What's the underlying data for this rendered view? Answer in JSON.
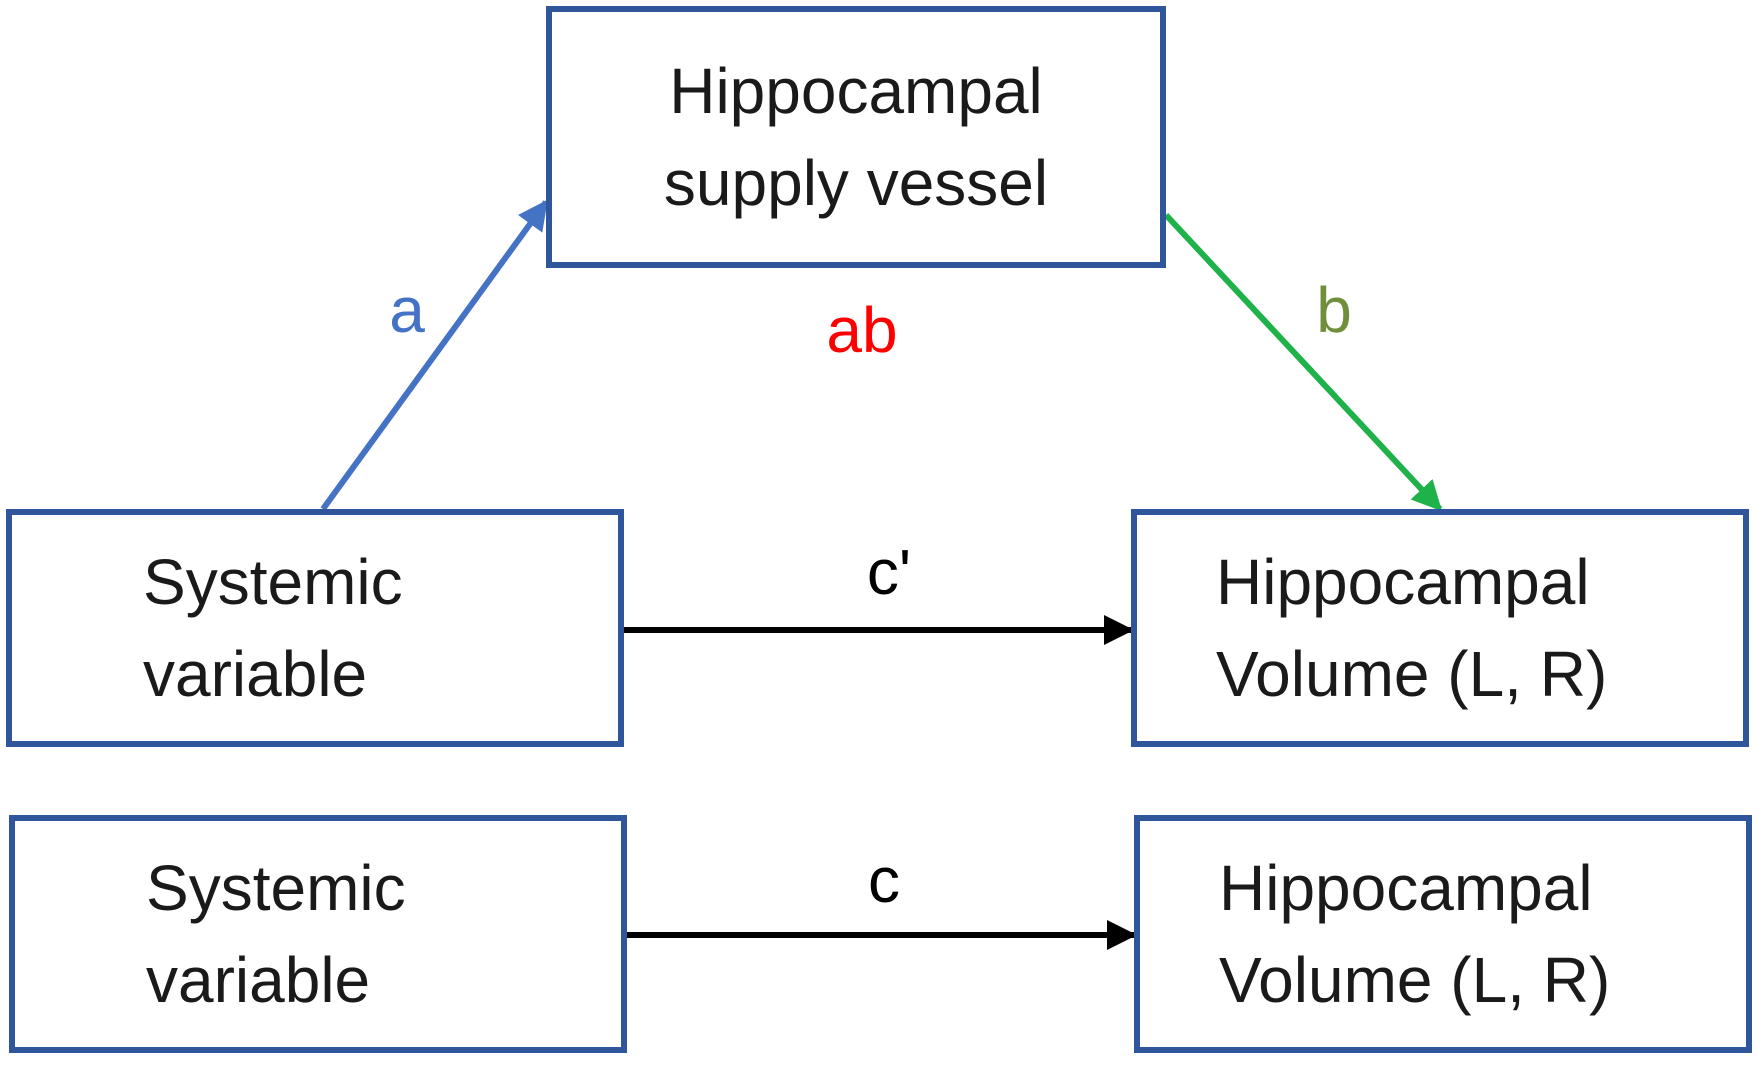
{
  "colors": {
    "box_border": "#2f559a",
    "text": "#1a1a1a",
    "path_a": "#4472c4",
    "path_b": "#1fb14a",
    "path_ab": "#ff0000",
    "path_b_label": "#6f8f3a",
    "path_direct": "#000000"
  },
  "nodes": {
    "mediator": {
      "line1": "Hippocampal",
      "line2": "supply vessel"
    },
    "predictor_mediated": {
      "line1": "Systemic",
      "line2": "variable"
    },
    "outcome_mediated": {
      "line1": "Hippocampal",
      "line2": "Volume (L, R)"
    },
    "predictor_total": {
      "line1": "Systemic",
      "line2": "variable"
    },
    "outcome_total": {
      "line1": "Hippocampal",
      "line2": "Volume (L, R)"
    }
  },
  "paths": {
    "a": "a",
    "ab": "ab",
    "b": "b",
    "c_prime": "c'",
    "c": "c"
  }
}
